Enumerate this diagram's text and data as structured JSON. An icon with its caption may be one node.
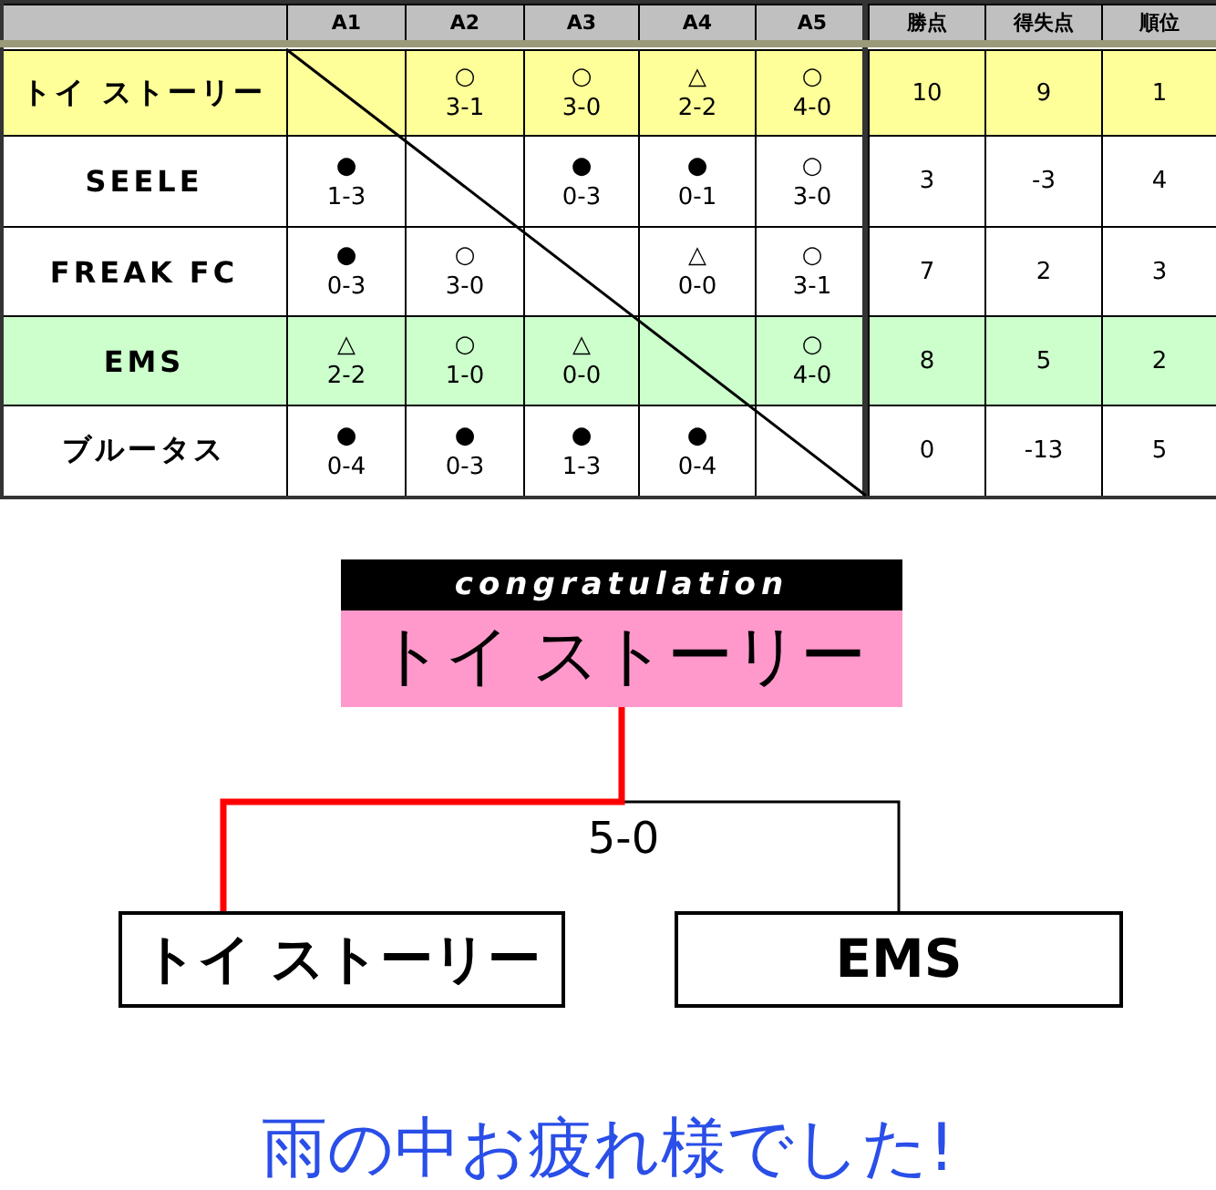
{
  "diagram": {
    "nodes": [
      {
        "text": [
          "congratulation",
          "トイ ストーリー"
        ]
      },
      {
        "text": [
          "トイ ストーリー"
        ]
      },
      {
        "text": [
          "EMS"
        ]
      }
    ],
    "edges": [
      {
        "from": 0,
        "to": 2,
        "arrow": "none"
      },
      {
        "from": 0,
        "to": 1,
        "arrow": "none",
        "style": "thick",
        "color": "#ff0000"
      }
    ],
    "labels": [
      "A1",
      "A2",
      "A3",
      "A4",
      "A5",
      "勝点",
      "得失点",
      "順位",
      "トイ ストーリー",
      "○ 3-1",
      "○ 3-0",
      "△ 2-2",
      "○ 4-0",
      "10",
      "9",
      "1",
      "SEELE",
      "● 1-3",
      "● 0-3",
      "● 0-1",
      "○ 3-0",
      "3",
      "-3",
      "4",
      "FREAK FC",
      "● 0-3",
      "○ 3-0",
      "△ 0-0",
      "○ 3-1",
      "7",
      "2",
      "3",
      "EMS",
      "△ 2-2",
      "○ 1-0",
      "△ 0-0",
      "○ 4-0",
      "8",
      "5",
      "2",
      "ブルータス",
      "● 0-4",
      "● 0-3",
      "● 1-3",
      "● 0-4",
      "0",
      "-13",
      "5",
      "5-0",
      "雨の中お疲れ様でした!"
    ]
  }
}
